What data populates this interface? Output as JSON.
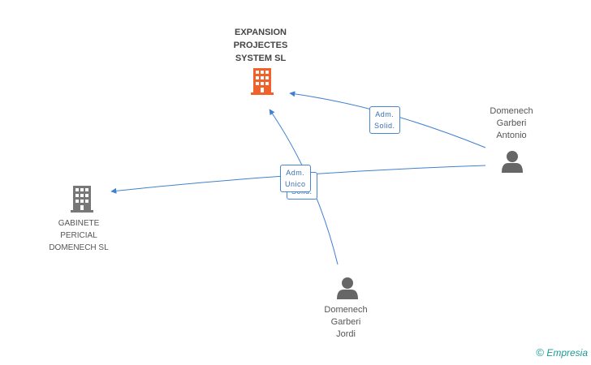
{
  "nodes": {
    "expansion": {
      "label": "EXPANSION\nPROJECTES\nSYSTEM SL",
      "icon": "building-icon",
      "color": "#f0622a"
    },
    "gabinete": {
      "label": "GABINETE\nPERICIAL\nDOMENECH SL",
      "icon": "building-icon",
      "color": "#777777"
    },
    "antonio": {
      "label": "Domenech\nGarberi\nAntonio",
      "icon": "person-icon",
      "color": "#666666"
    },
    "jordi": {
      "label": "Domenech\nGarberi\nJordi",
      "icon": "person-icon",
      "color": "#666666"
    }
  },
  "edges": {
    "antonio_expansion": {
      "label": "Adm.\nSolid."
    },
    "antonio_gabinete": {
      "label": "Adm.\nUnico"
    },
    "jordi_expansion": {
      "label": "Adm.\nSolid."
    }
  },
  "edge_color": "#3f80d1",
  "brand": {
    "copyright": "©",
    "name": "Empresia"
  }
}
